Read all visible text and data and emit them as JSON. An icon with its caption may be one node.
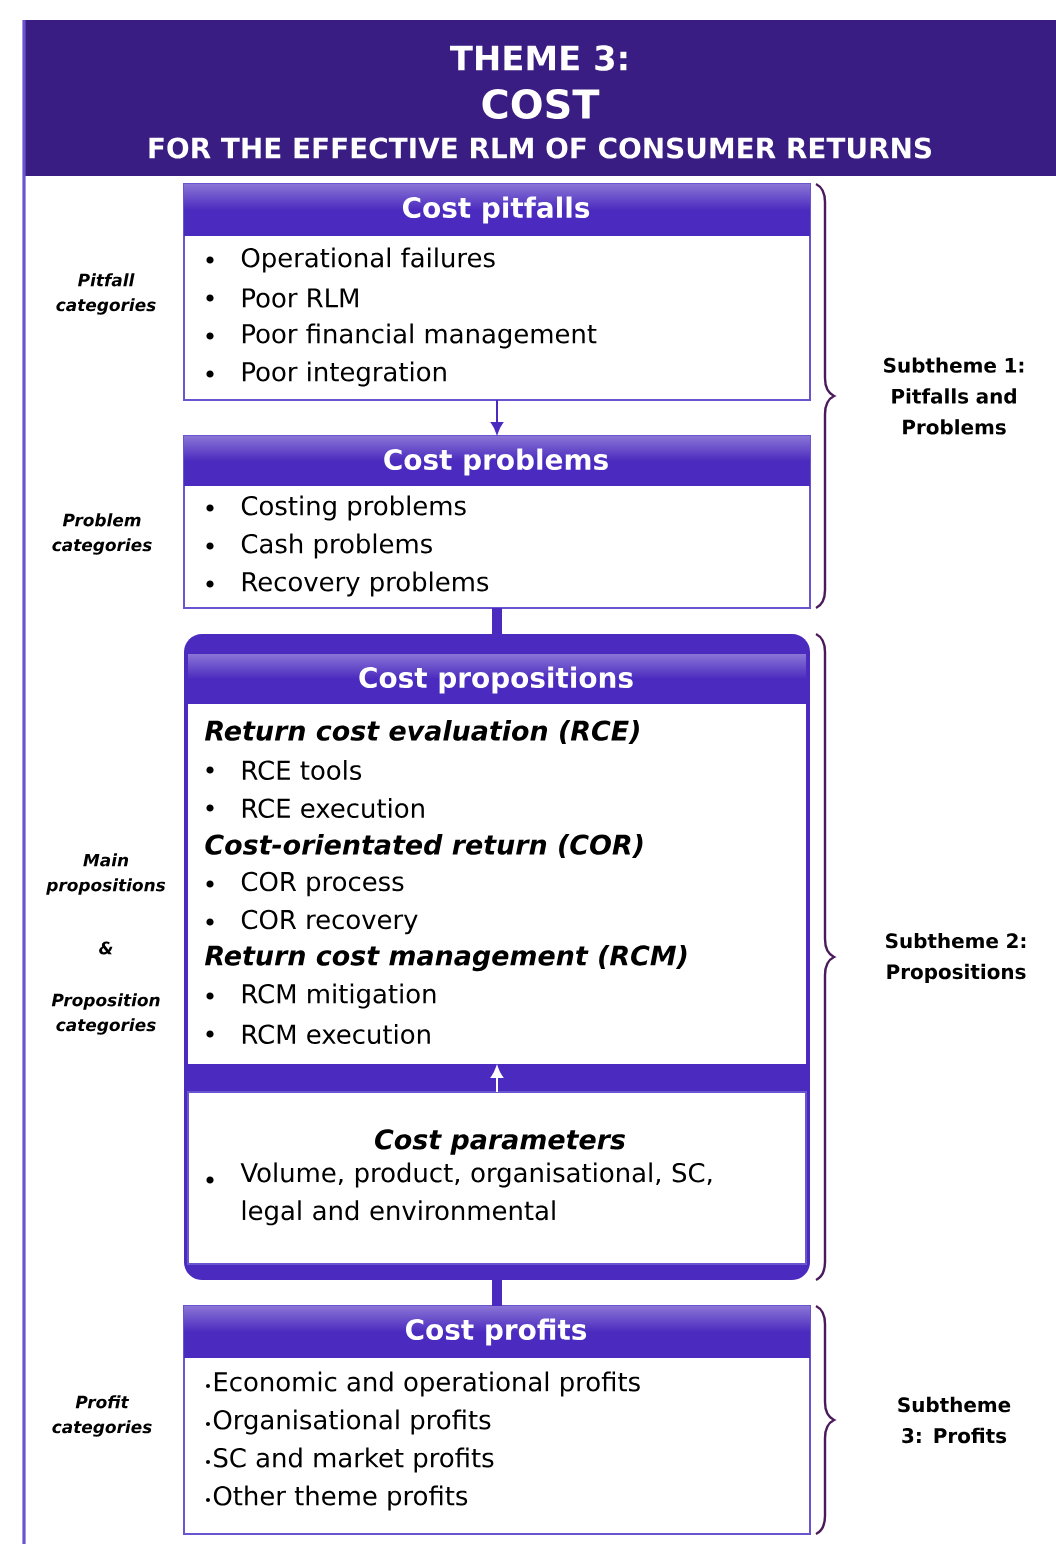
{
  "diagram": {
    "nodes": [
      {
        "text": [
          "THEME 3:",
          "COST",
          "FOR THE EFFECTIVE RLM OF CONSUMER RETURNS"
        ]
      },
      {
        "text": [
          "Cost pitfalls",
          "Operational failures",
          "Poor RLM",
          "Poor financial management",
          "Poor integration"
        ],
        "in": 0
      },
      {
        "text": [
          "Cost problems",
          "Costing problems",
          "Cash problems",
          "Recovery problems"
        ],
        "in": 0
      },
      {
        "text": [],
        "shape": "box",
        "in": 0
      },
      {
        "text": [
          "Cost propositions",
          "Return cost evaluation (RCE)",
          "RCE tools",
          "RCE execution",
          "Cost-orientated return (COR)",
          "COR process",
          "COR recovery",
          "Return cost management (RCM)",
          "RCM mitigation",
          "RCM execution"
        ],
        "in": 3
      },
      {
        "text": [
          "Cost parameters",
          "Volume, product, organisational, SC, legal and environmental"
        ],
        "in": 3
      },
      {
        "text": [
          "Cost profits",
          "Economic and operational profits",
          "Organisational profits",
          "SC and market profits",
          "Other theme profits"
        ],
        "in": 0
      }
    ],
    "edges": [
      {
        "from": 1,
        "to": 2,
        "arrow": "to"
      },
      {
        "from": 2,
        "to": 3,
        "arrow": "none",
        "style": "thick"
      },
      {
        "from": 5,
        "to": 4,
        "arrow": "to",
        "color": "#ffffff"
      },
      {
        "from": 3,
        "to": 6,
        "arrow": "none",
        "style": "thick"
      }
    ],
    "labels": [
      "Pitfall categories",
      "Subtheme 1: Pitfalls and Problems",
      "Problem categories",
      "Main propositions",
      "&",
      "Subtheme 2: Propositions",
      "Proposition categories",
      "Profit categories",
      "Subtheme 3: Profits"
    ]
  }
}
